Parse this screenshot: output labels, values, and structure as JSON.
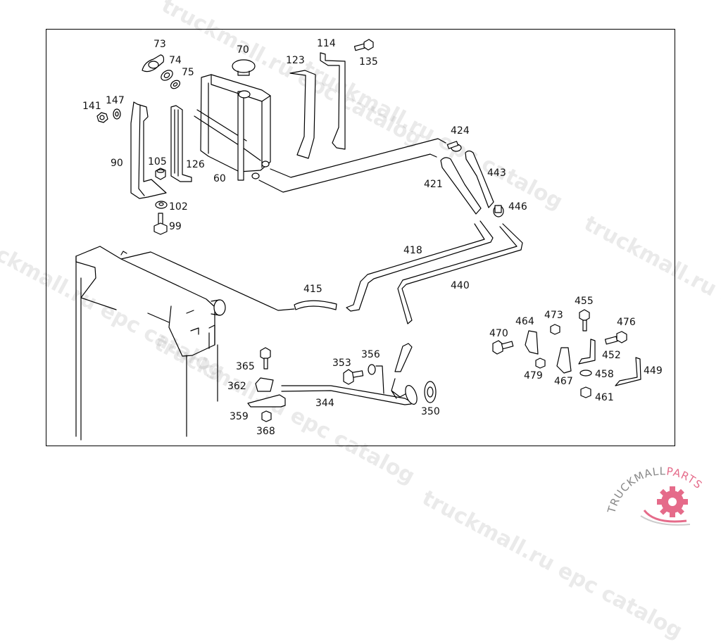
{
  "diagram": {
    "title": "Radiator expansion tank and coolant lines",
    "parts": [
      {
        "id": "73",
        "name": "cap-wing"
      },
      {
        "id": "74",
        "name": "seal-ring"
      },
      {
        "id": "75",
        "name": "gasket"
      },
      {
        "id": "70",
        "name": "filler-cap"
      },
      {
        "id": "123",
        "name": "tank-strap"
      },
      {
        "id": "114",
        "name": "tank-strap-with-tab"
      },
      {
        "id": "135",
        "name": "bolt"
      },
      {
        "id": "141",
        "name": "nut"
      },
      {
        "id": "147",
        "name": "washer"
      },
      {
        "id": "90",
        "name": "bracket"
      },
      {
        "id": "105",
        "name": "nut"
      },
      {
        "id": "126",
        "name": "rubber-pad"
      },
      {
        "id": "60",
        "name": "expansion-tank"
      },
      {
        "id": "102",
        "name": "washer"
      },
      {
        "id": "99",
        "name": "bolt"
      },
      {
        "id": "424",
        "name": "hose-clamp"
      },
      {
        "id": "443",
        "name": "hose"
      },
      {
        "id": "421",
        "name": "hose"
      },
      {
        "id": "446",
        "name": "hose-clamp"
      },
      {
        "id": "418",
        "name": "pipe"
      },
      {
        "id": "440",
        "name": "pipe"
      },
      {
        "id": "415",
        "name": "hose"
      },
      {
        "id": "455",
        "name": "bolt"
      },
      {
        "id": "473",
        "name": "nut"
      },
      {
        "id": "464",
        "name": "clip"
      },
      {
        "id": "476",
        "name": "bolt"
      },
      {
        "id": "470",
        "name": "bolt"
      },
      {
        "id": "452",
        "name": "bracket"
      },
      {
        "id": "479",
        "name": "nut"
      },
      {
        "id": "467",
        "name": "clip"
      },
      {
        "id": "458",
        "name": "washer"
      },
      {
        "id": "449",
        "name": "bracket"
      },
      {
        "id": "461",
        "name": "nut"
      },
      {
        "id": "365",
        "name": "bolt"
      },
      {
        "id": "353",
        "name": "bolt"
      },
      {
        "id": "356",
        "name": "spring-washer"
      },
      {
        "id": "362",
        "name": "clip"
      },
      {
        "id": "344",
        "name": "pipe"
      },
      {
        "id": "350",
        "name": "gasket"
      },
      {
        "id": "359",
        "name": "bracket"
      },
      {
        "id": "368",
        "name": "nut"
      }
    ]
  },
  "watermarks": [
    "truckmall.ru epc catalog",
    "truckmall.ru epc catalog",
    "truckmall.ru epc catalog",
    "truckmall.ru epc catalog",
    "truckmall.ru epc catalog"
  ],
  "logo": {
    "text_gray": "TRUCKMALL",
    "text_pink": "PARTS",
    "accent": "#e56b8a"
  }
}
